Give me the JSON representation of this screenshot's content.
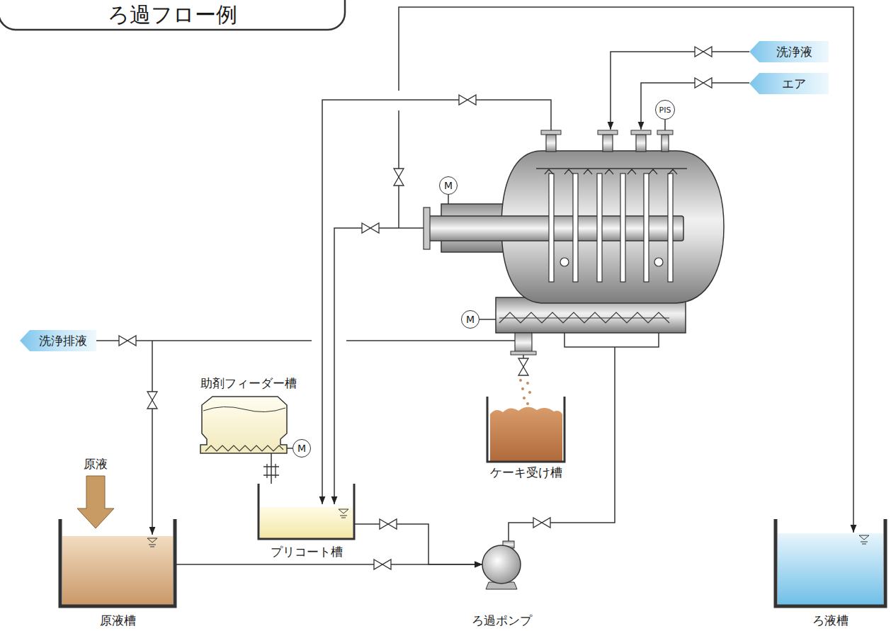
{
  "diagram": {
    "title": "ろ過フロー例",
    "nodes": [
      {
        "text": [
          "洗浄液"
        ]
      },
      {
        "text": [
          "エア"
        ]
      },
      {
        "text": [
          "PIS"
        ]
      },
      {
        "text": [
          "M"
        ]
      },
      {
        "text": [
          "M"
        ]
      },
      {
        "text": [
          "洗浄排液"
        ]
      },
      {
        "text": [
          "助剤フィーダー槽"
        ]
      },
      {
        "text": [
          "M"
        ]
      },
      {
        "text": [
          "ケーキ受け槽"
        ]
      },
      {
        "text": [
          "プリコート槽"
        ]
      },
      {
        "text": [
          "原液槽"
        ]
      },
      {
        "text": [
          "ろ過ポンプ"
        ]
      },
      {
        "text": [
          "ろ液槽"
        ]
      }
    ],
    "edges": [
      {
        "from": 10,
        "to": 11,
        "arrow": "to"
      },
      {
        "from": 9,
        "to": 11,
        "arrow": "to"
      },
      {
        "from": 6,
        "to": 9,
        "arrow": "none"
      }
    ],
    "labels": [
      "原液"
    ]
  }
}
